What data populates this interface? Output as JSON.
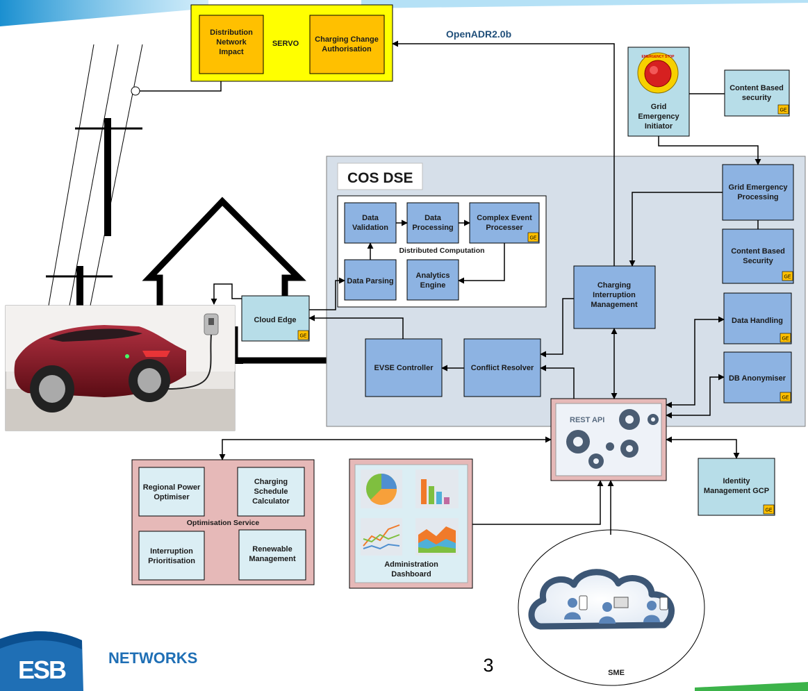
{
  "servo": {
    "label": "SERVO",
    "distribution_network_impact": [
      "Distribution",
      "Network",
      "Impact"
    ],
    "charging_change_authorisation": [
      "Charging Change",
      "Authorisation"
    ]
  },
  "protocol_label": "OpenADR2.0b",
  "emergency_stop": {
    "button_text": "EMERGENCY STOP",
    "title": [
      "Grid",
      "Emergency",
      "Initiator"
    ]
  },
  "content_based_security_top": [
    "Content Based",
    "security"
  ],
  "cos_dse": {
    "title": "COS DSE",
    "distributed_computation_label": "Distributed Computation",
    "data_validation": [
      "Data",
      "Validation"
    ],
    "data_processing": [
      "Data",
      "Processing"
    ],
    "complex_event_processer": [
      "Complex Event",
      "Processer"
    ],
    "data_parsing": [
      "Data Parsing"
    ],
    "analytics_engine": [
      "Analytics",
      "Engine"
    ],
    "grid_emergency_processing": [
      "Grid Emergency",
      "Processing"
    ],
    "content_based_security": [
      "Content Based",
      "Security"
    ],
    "charging_interruption_management": [
      "Charging",
      "Interruption",
      "Management"
    ],
    "data_handling": [
      "Data Handling"
    ],
    "db_anonymiser": [
      "DB Anonymiser"
    ],
    "evse_controller": [
      "EVSE Controller"
    ],
    "conflict_resolver": [
      "Conflict Resolver"
    ]
  },
  "cloud_edge": [
    "Cloud Edge"
  ],
  "rest_api": "REST API",
  "ge_badge": "GE",
  "optimisation_service": {
    "label": "Optimisation Service",
    "regional_power_optimiser": [
      "Regional Power",
      "Optimiser"
    ],
    "charging_schedule_calculator": [
      "Charging",
      "Schedule",
      "Calculator"
    ],
    "interruption_prioritisation": [
      "Interruption",
      "Prioritisation"
    ],
    "renewable_management": [
      "Renewable",
      "Management"
    ]
  },
  "administration_dashboard": [
    "Administration",
    "Dashboard"
  ],
  "identity_management": [
    "Identity",
    "Management GCP"
  ],
  "sme": "SME",
  "brand": {
    "logo_text": "ESB",
    "networks": "NETWORKS"
  },
  "page_number": "3",
  "colors": {
    "yellow_bg": "#ffff00",
    "orange_box": "#ffc000",
    "blue_box": "#8db3e2",
    "light_blue_box": "#b7dde8",
    "dse_bg": "#d6dfe9",
    "pink_bg": "#e6b9b8",
    "ge_badge": "#ffc000",
    "brand_blue": "#1f6fb5",
    "protocol_text": "#1f4e79"
  }
}
